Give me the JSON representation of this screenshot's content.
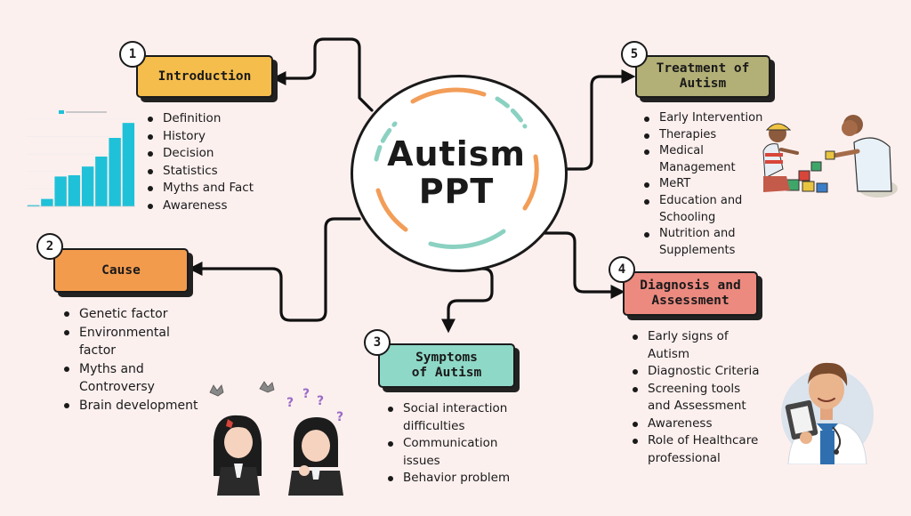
{
  "center": {
    "line1": "Autism",
    "line2": "PPT"
  },
  "colors": {
    "background": "#fcf0ef",
    "introduction": "#f5bd4c",
    "cause": "#f39b4d",
    "symptoms": "#8ed8c7",
    "treatment": "#b3b077",
    "diagnosis": "#ec8a80"
  },
  "nodes": {
    "introduction": {
      "number": "1",
      "title": "Introduction",
      "items": [
        "Definition",
        "History",
        "Decision",
        "Statistics",
        "Myths and Fact",
        "Awareness"
      ]
    },
    "cause": {
      "number": "2",
      "title": "Cause",
      "items": [
        "Genetic factor",
        "Environmental factor",
        "Myths and Controversy",
        "Brain development"
      ]
    },
    "symptoms": {
      "number": "3",
      "title_line1": "Symptoms",
      "title_line2": "of Autism",
      "items": [
        "Social interaction difficulties",
        "Communication issues",
        "Behavior problem"
      ]
    },
    "diagnosis": {
      "number": "4",
      "title_line1": "Diagnosis and",
      "title_line2": "Assessment",
      "items": [
        "Early signs of Autism",
        "Diagnostic Criteria",
        "Screening tools and Assessment",
        "Awareness",
        "Role of Healthcare professional"
      ]
    },
    "treatment": {
      "number": "5",
      "title_line1": "Treatment of",
      "title_line2": "Autism",
      "items": [
        "Early Intervention",
        "Therapies",
        "Medical Management",
        "MeRT",
        "Education and Schooling",
        "Nutrition and Supplements"
      ]
    }
  },
  "mini_chart": {
    "type": "bar",
    "values": [
      0.1,
      0.6,
      2.4,
      2.5,
      3.2,
      4.0,
      5.5,
      6.7
    ],
    "ylim": [
      0,
      7
    ]
  },
  "illustrations": {
    "top_right": "child-and-therapist-playing-blocks",
    "bottom_left": "two-confused-businesswomen",
    "bottom_right": "doctor-with-clipboard"
  }
}
